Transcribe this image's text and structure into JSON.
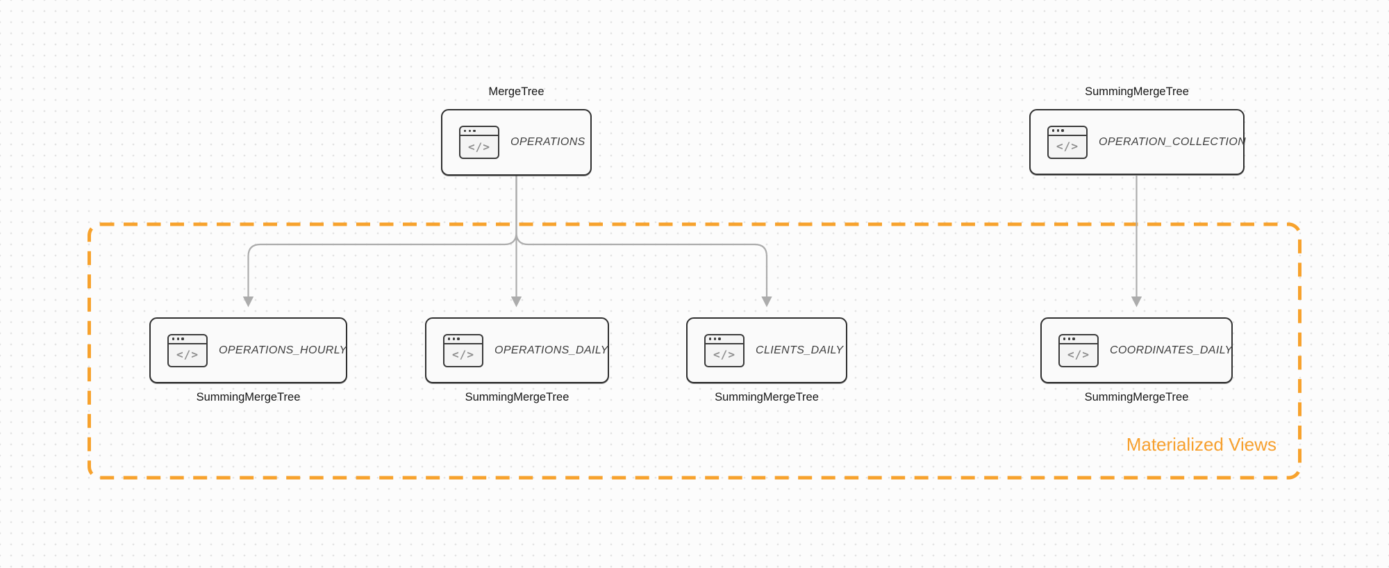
{
  "diagram": {
    "group_label": "Materialized Views",
    "icon_glyph": "</>",
    "colors": {
      "accent_orange": "#f7a22d",
      "edge_gray": "#acacac",
      "node_border": "#2f2f2f",
      "node_fill": "#fafafa",
      "background": "#fcfcfc",
      "dot_grid": "#e3e3e3"
    },
    "nodes": [
      {
        "id": "operations",
        "table": "OPERATIONS",
        "engine": "MergeTree",
        "engine_label_position": "top"
      },
      {
        "id": "operation_collection",
        "table": "OPERATION_COLLECTION",
        "engine": "SummingMergeTree",
        "engine_label_position": "top"
      },
      {
        "id": "operations_hourly",
        "table": "OPERATIONS_HOURLY",
        "engine": "SummingMergeTree",
        "engine_label_position": "bottom"
      },
      {
        "id": "operations_daily",
        "table": "OPERATIONS_DAILY",
        "engine": "SummingMergeTree",
        "engine_label_position": "bottom"
      },
      {
        "id": "clients_daily",
        "table": "CLIENTS_DAILY",
        "engine": "SummingMergeTree",
        "engine_label_position": "bottom"
      },
      {
        "id": "coordinates_daily",
        "table": "COORDINATES_DAILY",
        "engine": "SummingMergeTree",
        "engine_label_position": "bottom"
      }
    ],
    "edges": [
      {
        "from": "OPERATIONS",
        "to": "OPERATIONS_HOURLY"
      },
      {
        "from": "OPERATIONS",
        "to": "OPERATIONS_DAILY"
      },
      {
        "from": "OPERATIONS",
        "to": "CLIENTS_DAILY"
      },
      {
        "from": "OPERATION_COLLECTION",
        "to": "COORDINATES_DAILY"
      }
    ]
  }
}
